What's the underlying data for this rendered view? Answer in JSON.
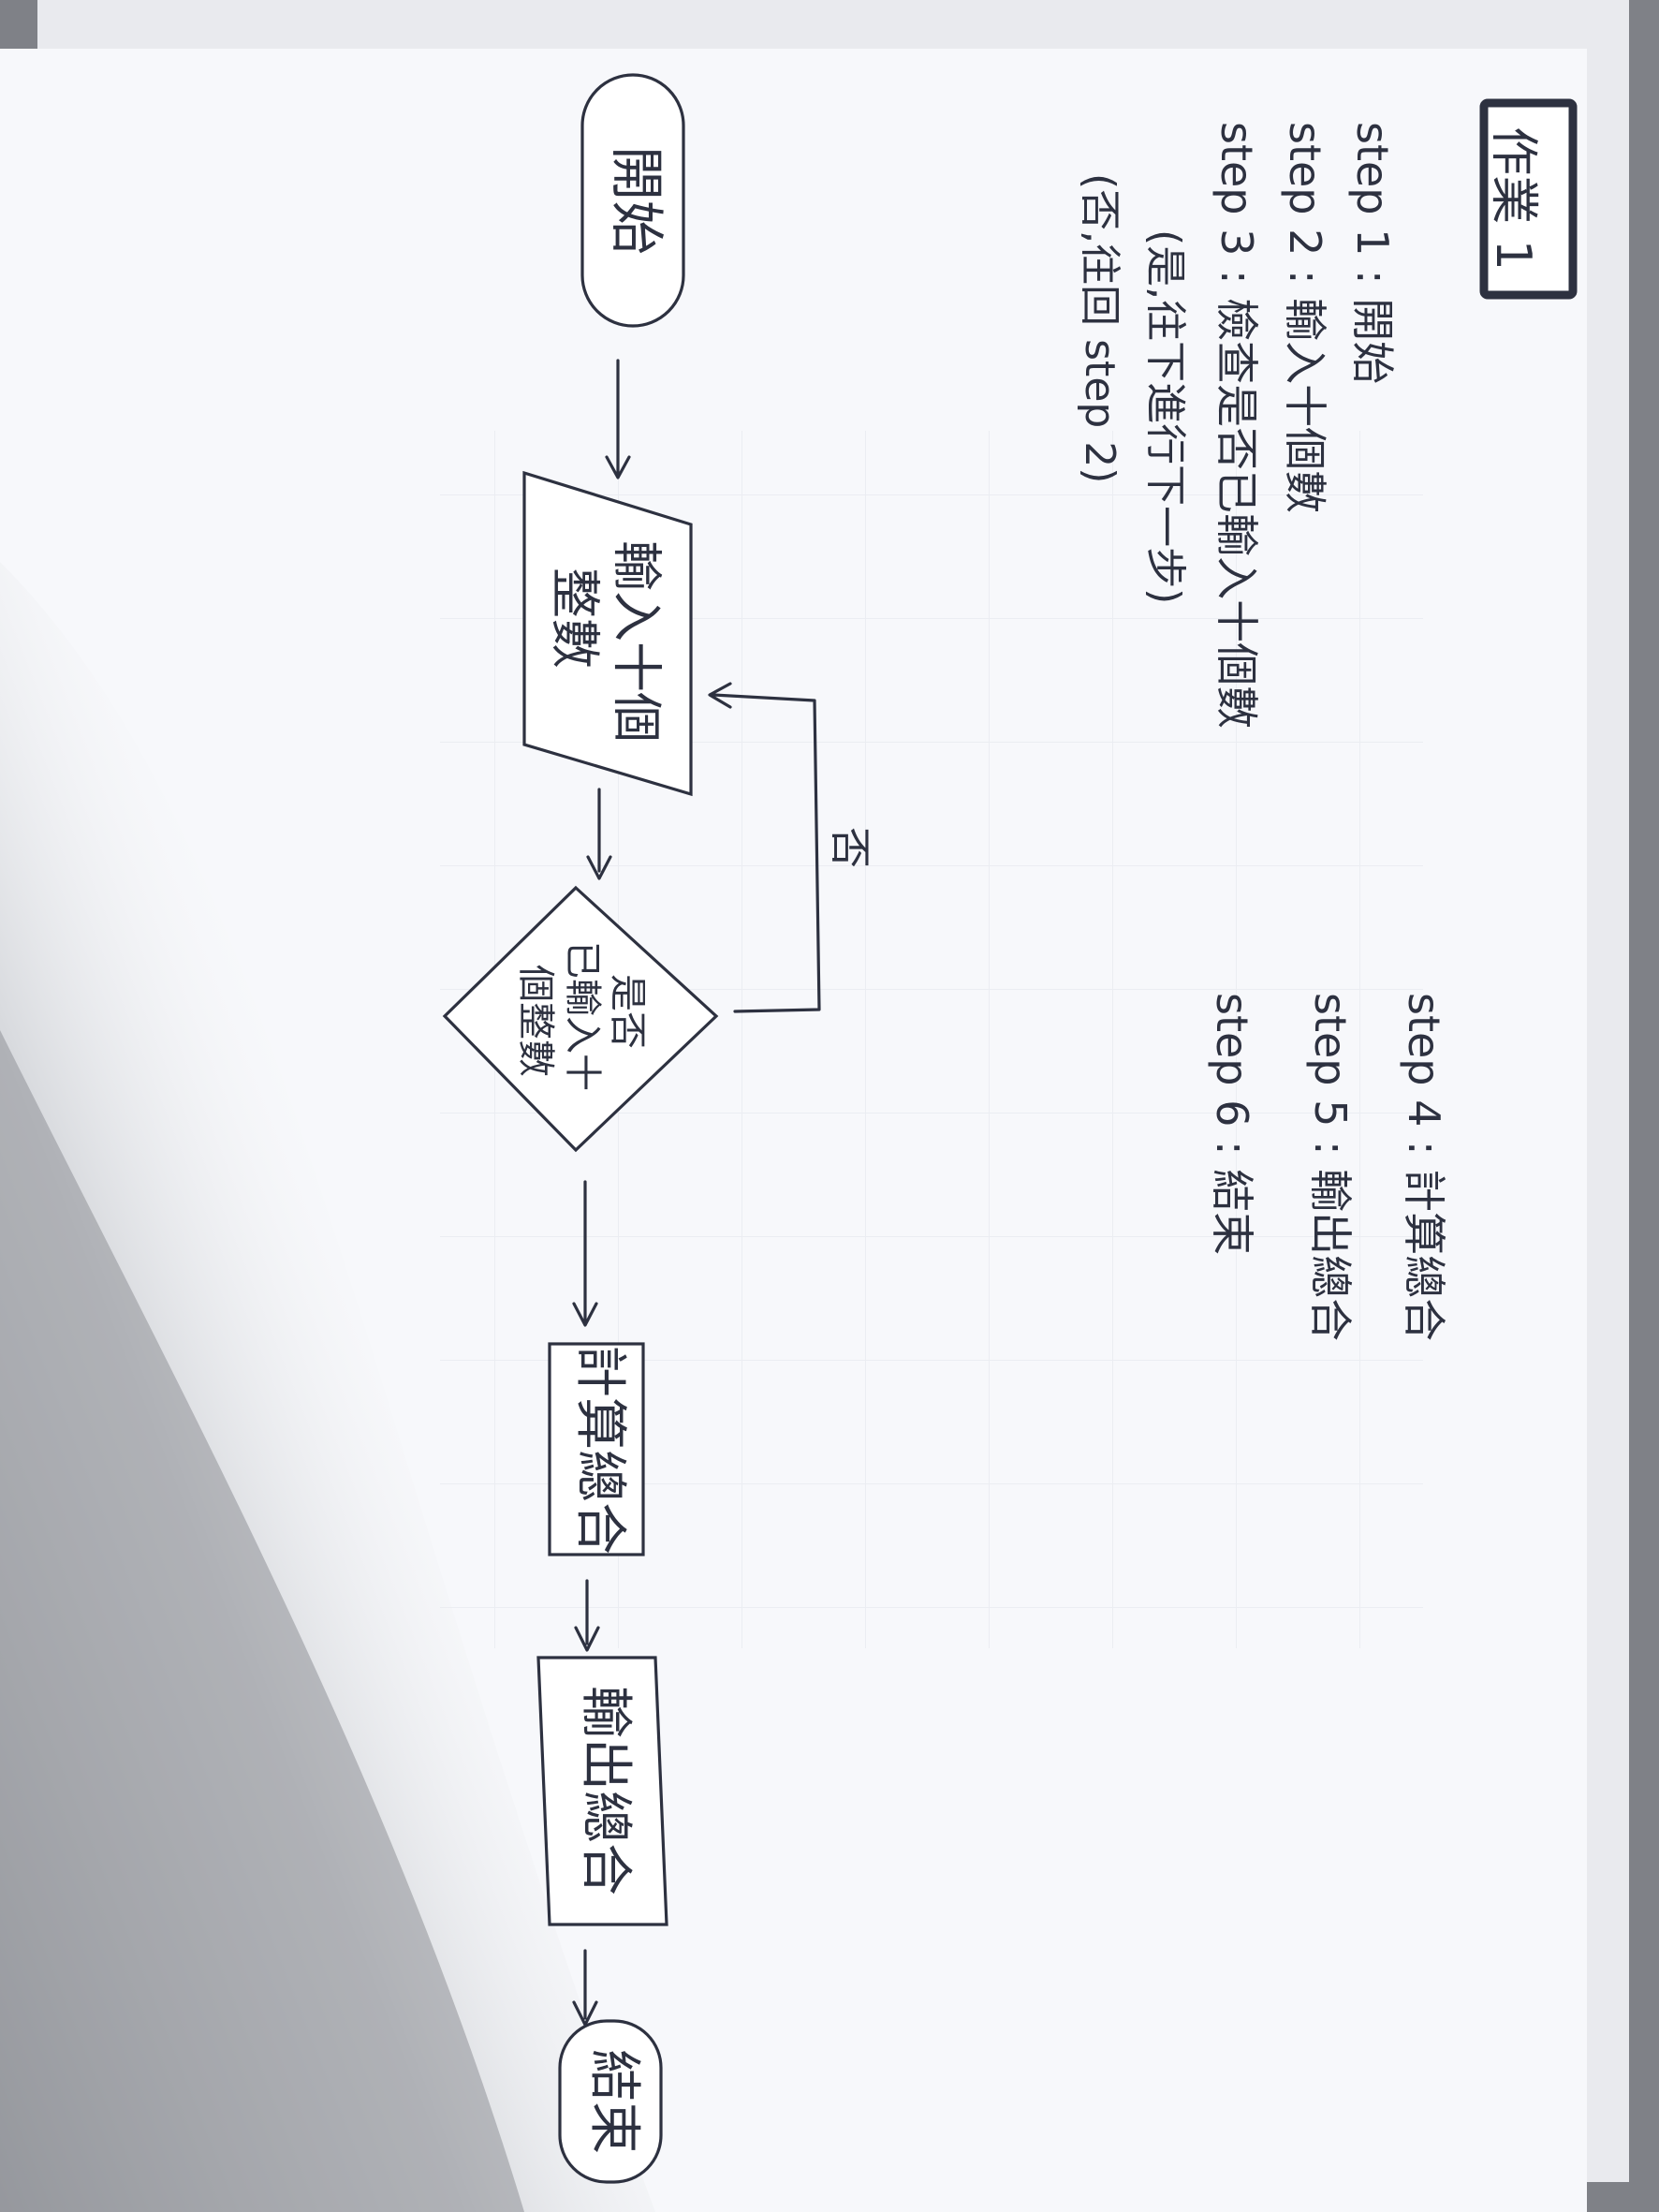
{
  "title": "作業 1",
  "steps": {
    "step1": "step 1 : 開始",
    "step2": "step 2 : 輸入十個數",
    "step3": "step 3 : 檢查是否已輸入十個數",
    "step3_yes": "(是,往下進行下一步)",
    "step3_no": "(否,往回 step 2)",
    "step4": "step 4 : 計算總合",
    "step5": "step 5 : 輸出總合",
    "step6": "step 6 : 結束"
  },
  "flowchart": {
    "start": "開始",
    "input_line1": "輸入十個",
    "input_line2": "整數",
    "decision_line1": "是否",
    "decision_line2": "已輸入十",
    "decision_line3": "個整數",
    "no_label": "否",
    "compute": "計算總合",
    "output": "輸出總合",
    "end": "結束"
  },
  "colors": {
    "ink": "#2d3140",
    "paper": "#f7f8fb",
    "background": "#7f8187"
  }
}
